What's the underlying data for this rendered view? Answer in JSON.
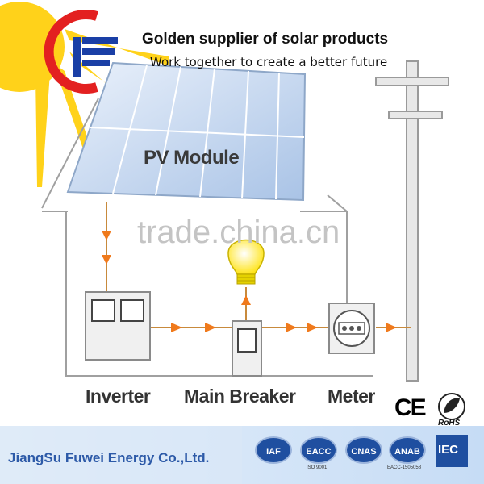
{
  "header": {
    "title": "Golden supplier of solar products",
    "subtitle": "Work together to create a better future"
  },
  "diagram": {
    "pv_module_label": "PV Module",
    "components": [
      {
        "id": "inverter",
        "label": "Inverter"
      },
      {
        "id": "main-breaker",
        "label": "Main Breaker"
      },
      {
        "id": "meter",
        "label": "Meter"
      }
    ]
  },
  "watermark": "trade.china.cn",
  "footer": {
    "company": "JiangSu Fuwei Energy Co.,Ltd.",
    "ce_mark": "CE",
    "rohs_mark": "RoHS",
    "cert_badges": [
      {
        "id": "iaf",
        "label": "IAF",
        "sub": ""
      },
      {
        "id": "eacc",
        "label": "EACC",
        "sub": "ISO 9001"
      },
      {
        "id": "cnas",
        "label": "CNAS",
        "sub": ""
      },
      {
        "id": "anab",
        "label": "ANAB",
        "sub": "EACC-1505058"
      }
    ],
    "iec_mark": "IEC"
  },
  "colors": {
    "sun": "#ffd21a",
    "arrow": "#f07a1c",
    "wire": "#c88a3c",
    "panel": "#a9c3e6",
    "house_line": "#a0a0a0",
    "brand_blue": "#2d5aa8",
    "footer_bg": "#c6dcf5"
  }
}
